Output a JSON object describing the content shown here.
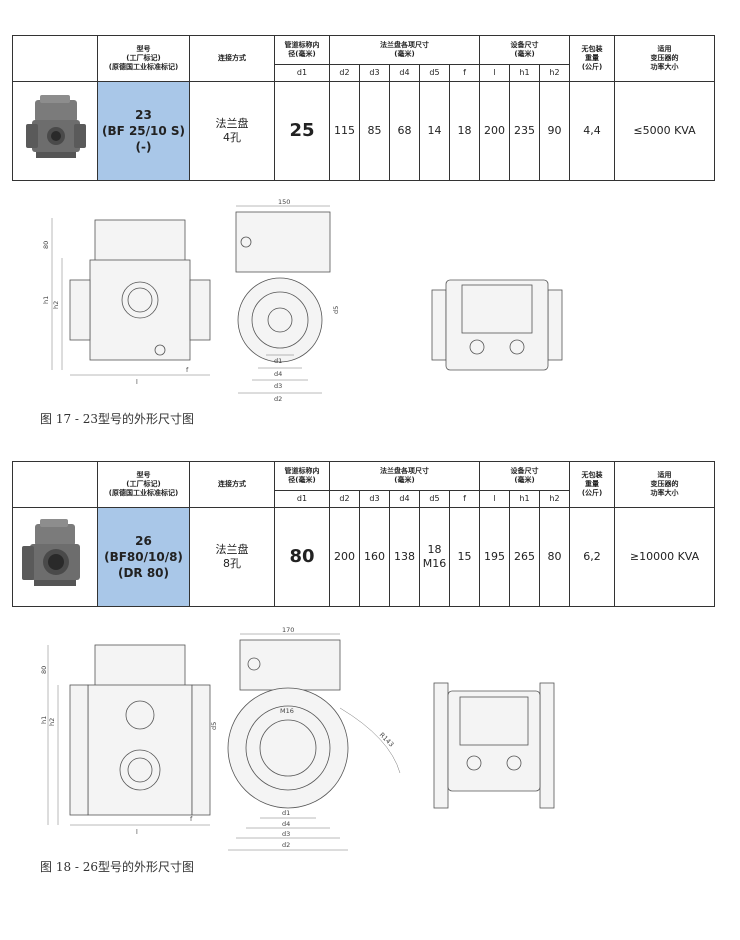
{
  "table_headers": {
    "model": [
      "型号",
      "(工厂标记)",
      "(原德国工业标准标记)"
    ],
    "connection": "连接方式",
    "pipe_dn": [
      "管道标称内",
      "径(毫米)"
    ],
    "flange": [
      "法兰盘各项尺寸",
      "(毫米)"
    ],
    "device": [
      "设备尺寸",
      "(毫米)"
    ],
    "weight": [
      "无包装",
      "重量",
      "(公斤)"
    ],
    "power": [
      "适用",
      "变压器的",
      "功率大小"
    ],
    "sub": [
      "d1",
      "d2",
      "d3",
      "d4",
      "d5",
      "f",
      "l",
      "h1",
      "h2"
    ]
  },
  "products": [
    {
      "model_lines": [
        "23",
        "(BF 25/10 S)",
        "(-)"
      ],
      "connection_lines": [
        "法兰盘",
        "4孔"
      ],
      "d1": "25",
      "d2": "115",
      "d3": "85",
      "d4": "68",
      "d5_lines": [
        "14"
      ],
      "f": "18",
      "l": "200",
      "h1": "235",
      "h2": "90",
      "weight": "4,4",
      "power": "≤5000 KVA",
      "caption": "图 17 - 23型号的外形尺寸图",
      "drawing_labels": {
        "width": "150",
        "h80": "80",
        "h1": "h1",
        "h2": "h2",
        "l": "l",
        "f": "f",
        "d1": "d1",
        "d2": "d2",
        "d3": "d3",
        "d4": "d4",
        "d5": "d5"
      }
    },
    {
      "model_lines": [
        "26",
        "(BF80/10/8)",
        "(DR 80)"
      ],
      "connection_lines": [
        "法兰盘",
        "8孔"
      ],
      "d1": "80",
      "d2": "200",
      "d3": "160",
      "d4": "138",
      "d5_lines": [
        "18",
        "M16"
      ],
      "f": "15",
      "l": "195",
      "h1": "265",
      "h2": "80",
      "weight": "6,2",
      "power": "≥10000 KVA",
      "caption": "图 18 - 26型号的外形尺寸图",
      "drawing_labels": {
        "width": "170",
        "h80": "80",
        "h1": "h1",
        "h2": "h2",
        "l": "l",
        "f": "f",
        "d1": "d1",
        "d2": "d2",
        "d3": "d3",
        "d4": "d4",
        "d5": "d5",
        "m16": "M16",
        "radius": "R143"
      }
    }
  ]
}
